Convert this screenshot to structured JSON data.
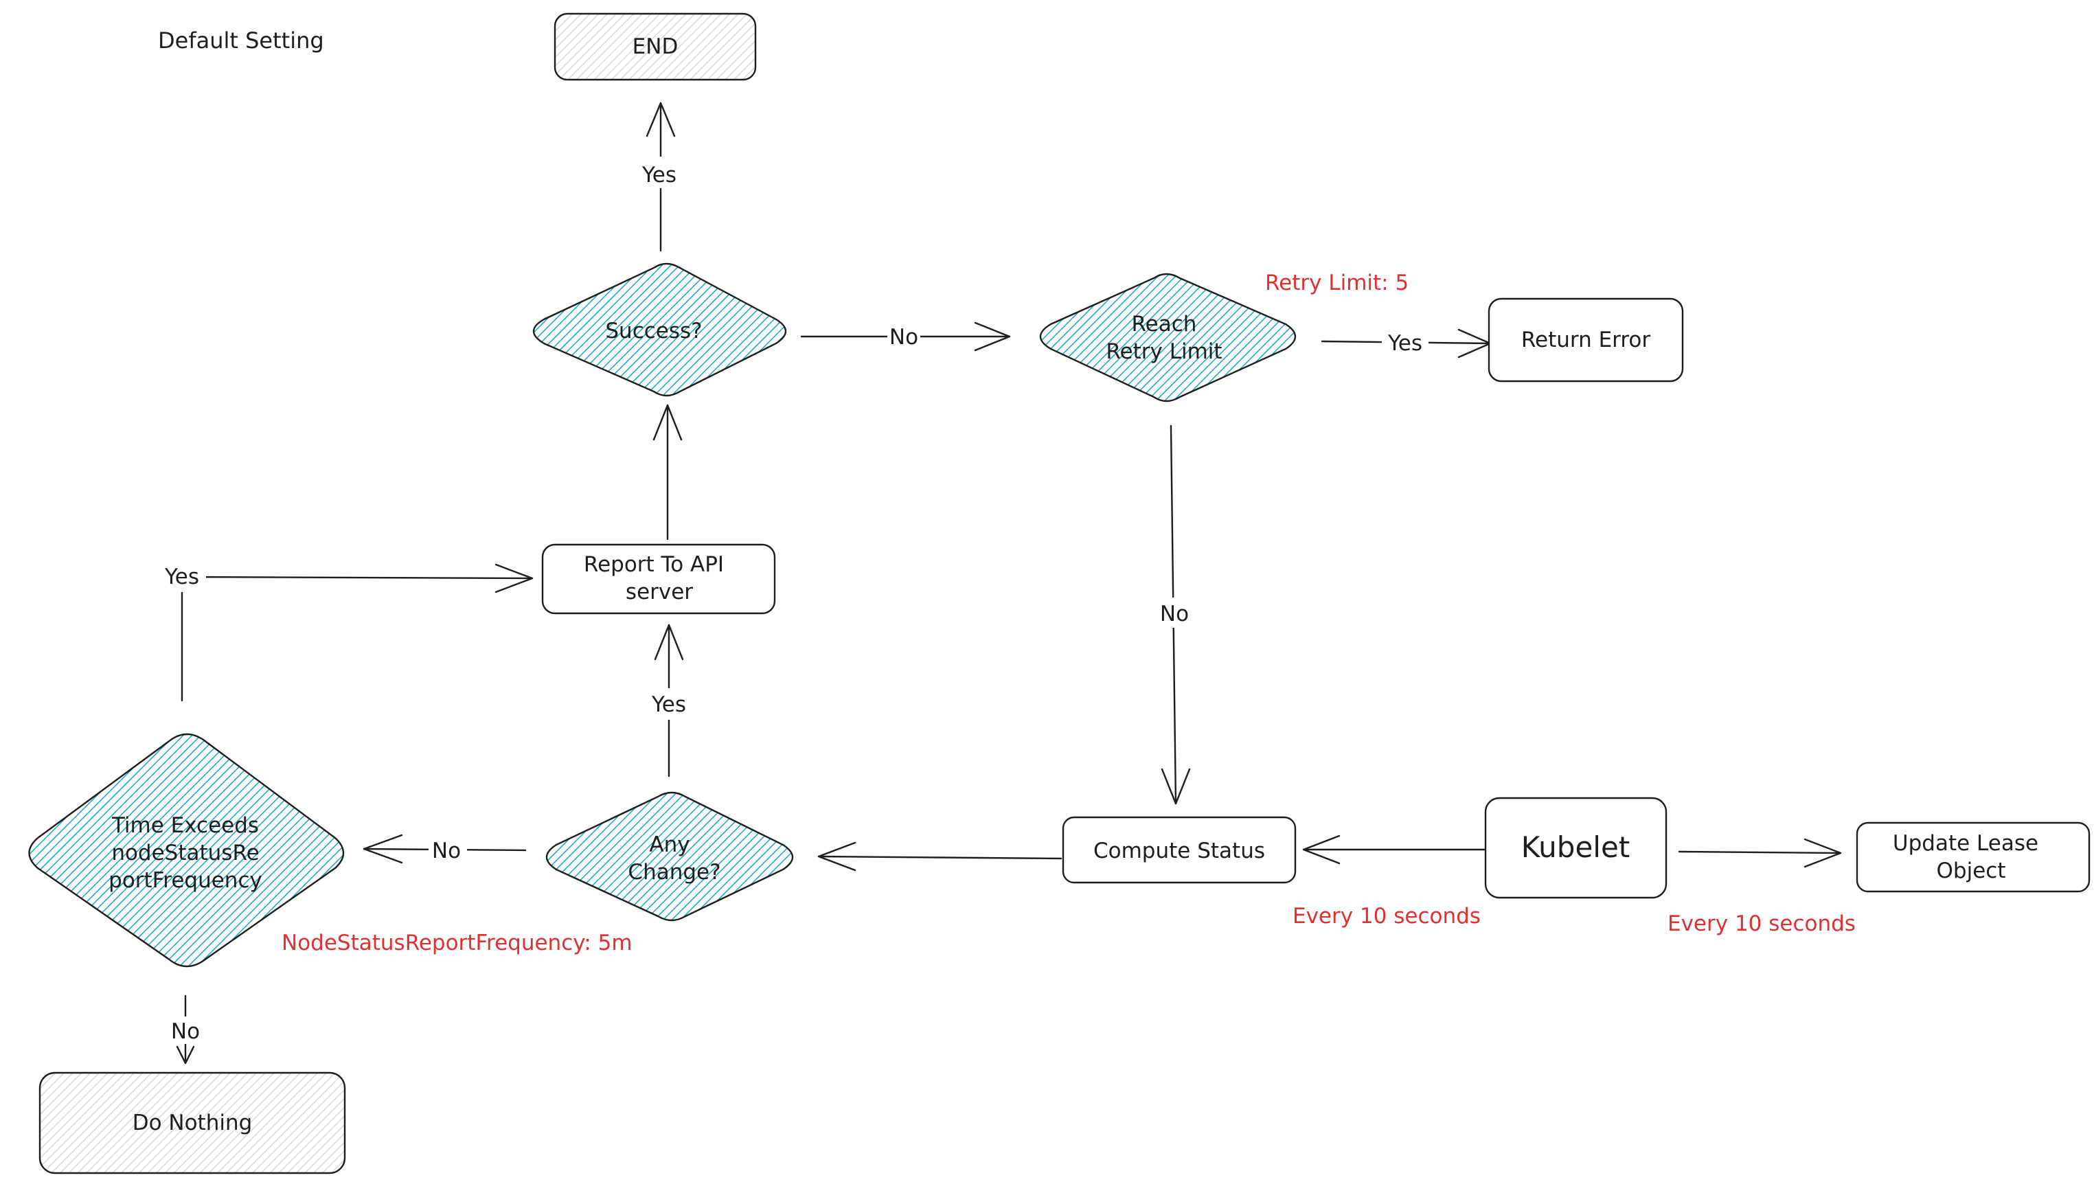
{
  "title": "Default Setting",
  "colors": {
    "stroke": "#1e1e1e",
    "annotation": "#e03131",
    "diamond_fill": "#15aabf",
    "terminal_fill": "#ced4da"
  },
  "nodes": {
    "end": "END",
    "success": "Success?",
    "reach_retry_1": "Reach",
    "reach_retry_2": "Retry Limit",
    "return_error": "Return Error",
    "report_1": "Report To API",
    "report_2": "server",
    "any_change_1": "Any",
    "any_change_2": "Change?",
    "time_exceeds_1": "Time Exceeds",
    "time_exceeds_2": "nodeStatusRe",
    "time_exceeds_3": "portFrequency",
    "compute_status": "Compute Status",
    "kubelet": "Kubelet",
    "update_lease_1": "Update Lease",
    "update_lease_2": "Object",
    "do_nothing": "Do Nothing"
  },
  "edge_labels": {
    "success_to_end": "Yes",
    "success_to_retry": "No",
    "retry_to_error": "Yes",
    "retry_to_compute": "No",
    "change_to_report": "Yes",
    "change_to_time": "No",
    "time_to_report": "Yes",
    "time_to_nothing": "No"
  },
  "annotations": {
    "retry_limit": "Retry Limit: 5",
    "report_frequency": "NodeStatusReportFrequency: 5m",
    "compute_interval": "Every 10 seconds",
    "lease_interval": "Every 10 seconds"
  }
}
